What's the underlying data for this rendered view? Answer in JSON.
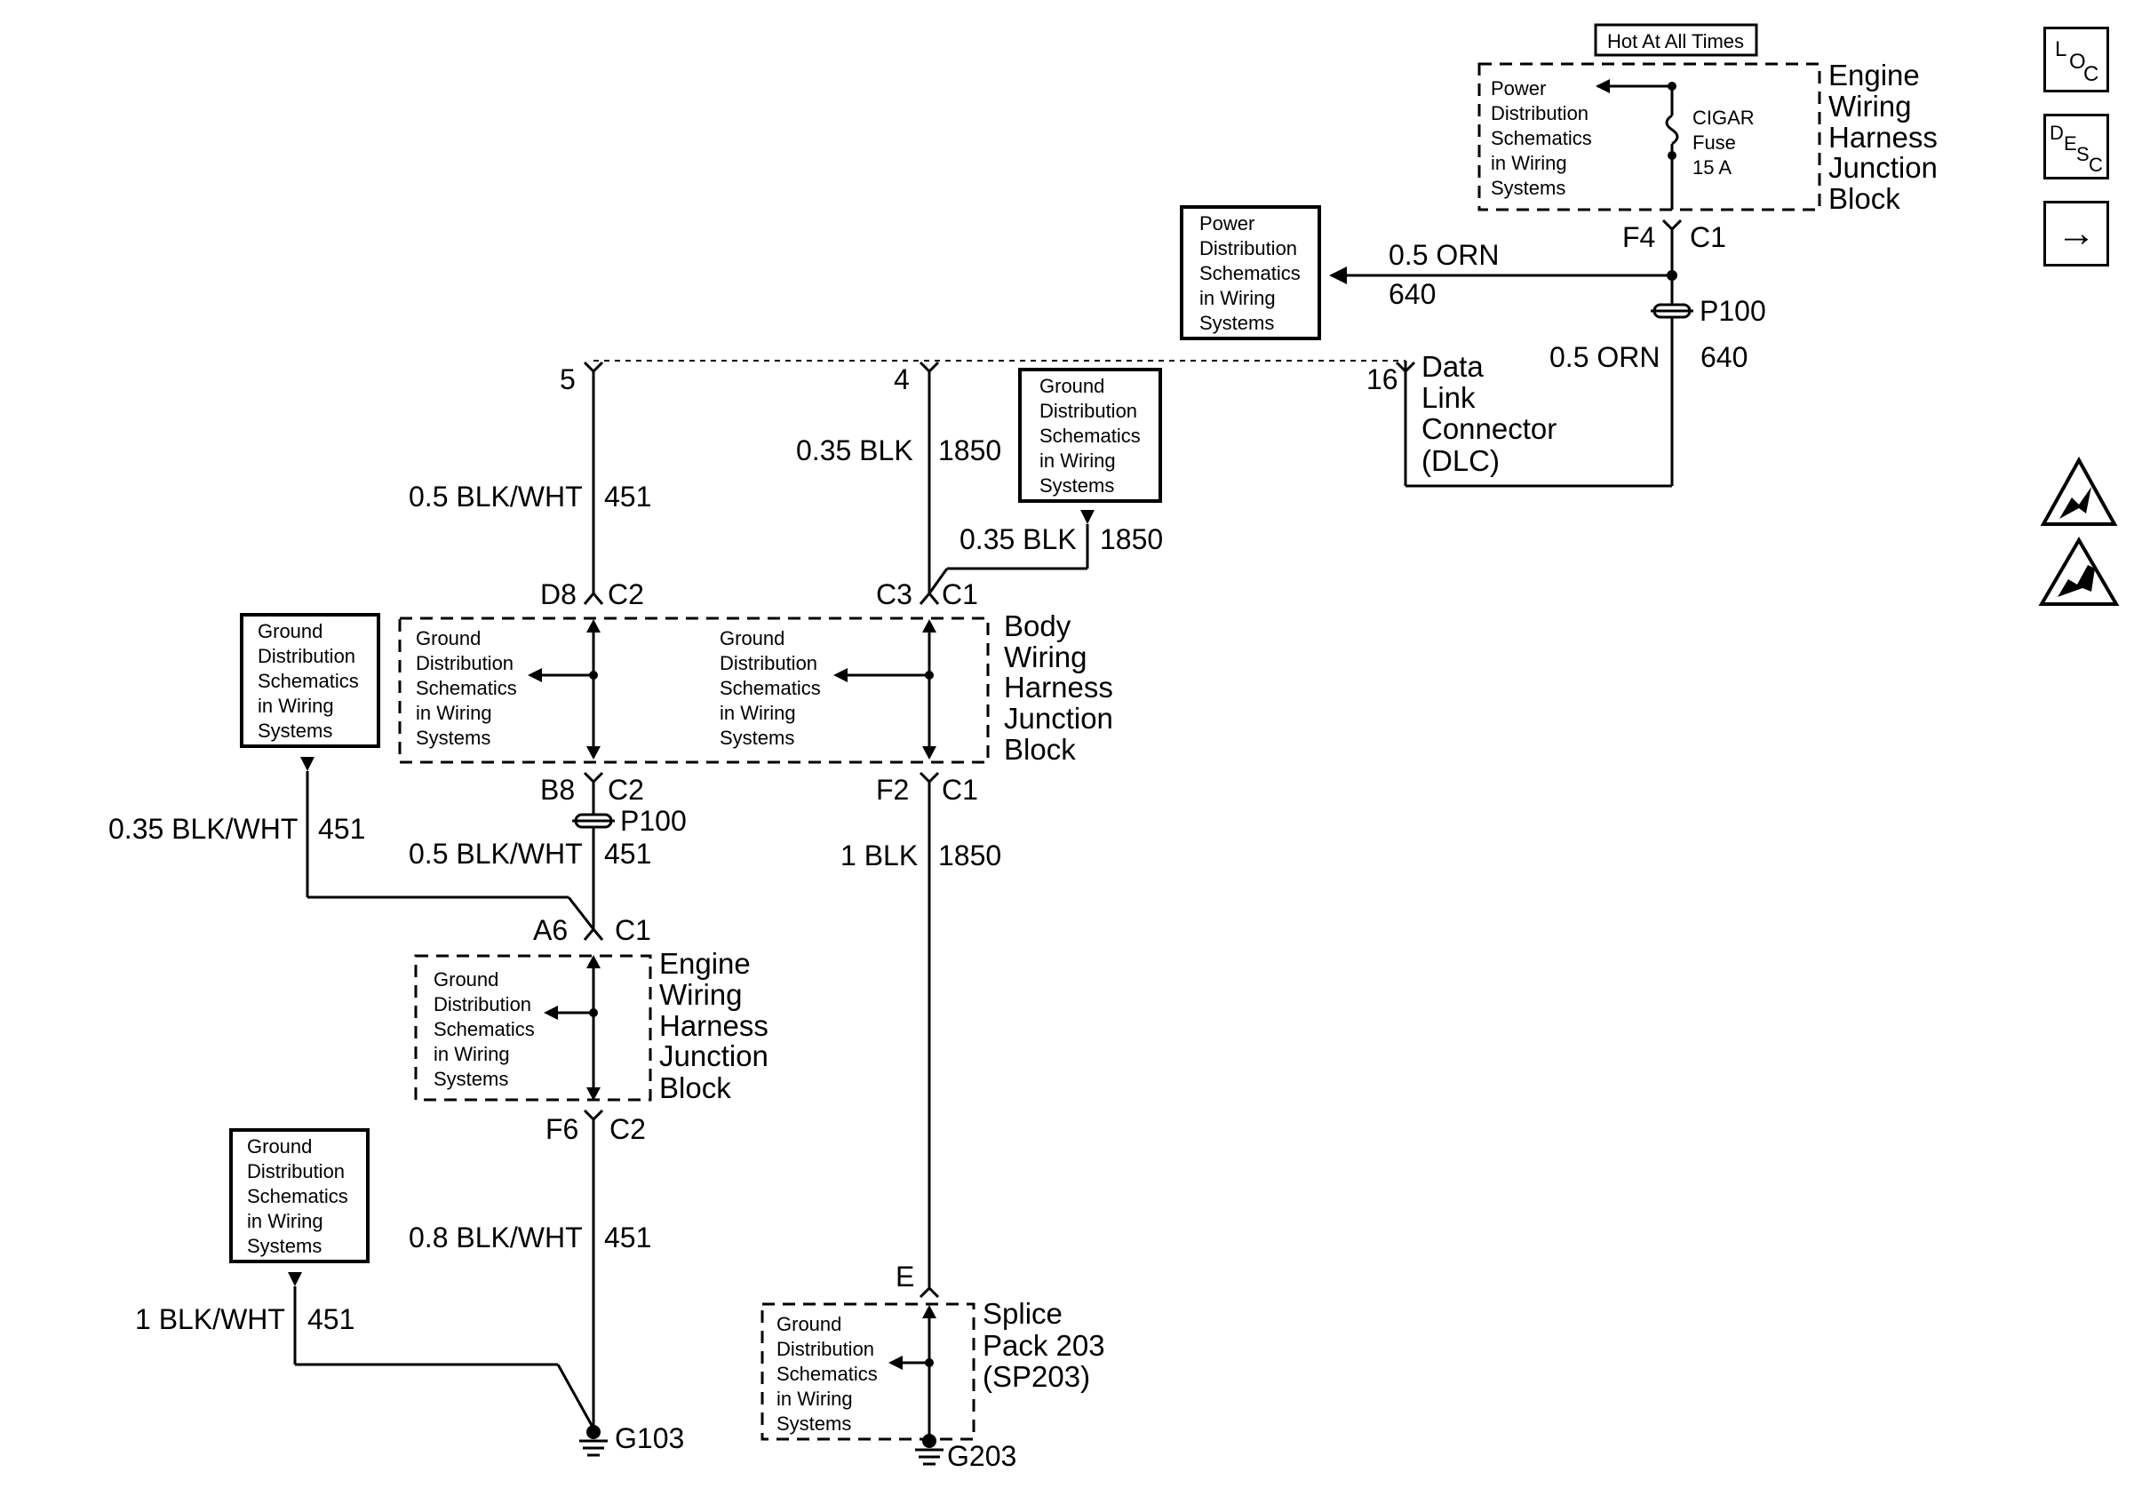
{
  "gds": [
    "Ground",
    "Distribution",
    "Schematics",
    "in Wiring",
    "Systems"
  ],
  "pds": [
    "Power",
    "Distribution",
    "Schematics",
    "in Wiring",
    "Systems"
  ],
  "hot_label": "Hot At All Times",
  "fuse": [
    "CIGAR",
    "Fuse",
    "15 A"
  ],
  "ewhjb": [
    "Engine",
    "Wiring",
    "Harness",
    "Junction",
    "Block"
  ],
  "bwhjb": [
    "Body",
    "Wiring",
    "Harness",
    "Junction",
    "Block"
  ],
  "dlc": [
    "Data",
    "Link",
    "Connector",
    "(DLC)"
  ],
  "splice": [
    "Splice",
    "Pack 203",
    "(SP203)"
  ],
  "pins": {
    "f4": "F4",
    "c1": "C1",
    "c2": "C2",
    "c3": "C3",
    "d8": "D8",
    "b8": "B8",
    "f2": "F2",
    "a6": "A6",
    "f6": "F6",
    "e": "E",
    "p5": "5",
    "p4": "4",
    "p16": "16"
  },
  "inline": {
    "p100": "P100"
  },
  "grounds": {
    "g103": "G103",
    "g203": "G203"
  },
  "wires": {
    "orn": "0.5 ORN",
    "c640": "640",
    "blkwht05": "0.5 BLK/WHT",
    "c451": "451",
    "blk035": "0.35 BLK",
    "c1850": "1850",
    "blkwht035": "0.35 BLK/WHT",
    "blk1": "1 BLK",
    "blkwht08": "0.8 BLK/WHT",
    "blkwht1": "1 BLK/WHT"
  },
  "side_icons": {
    "loc": [
      "L",
      "O",
      "C"
    ],
    "desc": [
      "D",
      "E",
      "S",
      "C"
    ],
    "next": "→"
  }
}
